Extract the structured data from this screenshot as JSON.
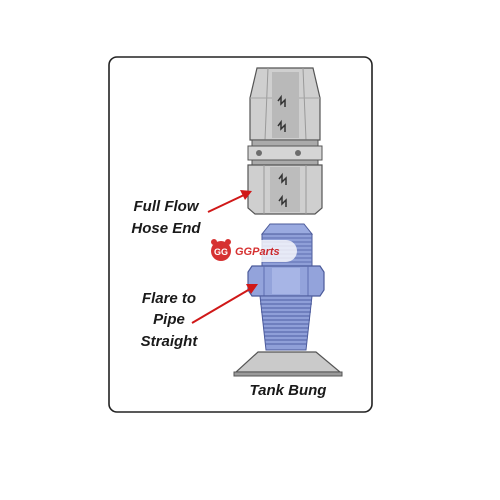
{
  "labels": {
    "hose_end_line1": "Full Flow",
    "hose_end_line2": "Hose End",
    "flare_line1": "Flare to",
    "flare_line2": "Pipe",
    "flare_line3": "Straight",
    "tank_bung": "Tank Bung"
  },
  "watermark": {
    "brand": "GGParts",
    "badge": "GG"
  },
  "colors": {
    "frame": "#222222",
    "hose_end": "#c8c8c8",
    "hose_end_dark": "#8a8a8a",
    "fitting_blue": "#8f9fd8",
    "fitting_blue_dark": "#5c6db0",
    "arrow": "#d01818",
    "bung": "#c9c9c9"
  }
}
